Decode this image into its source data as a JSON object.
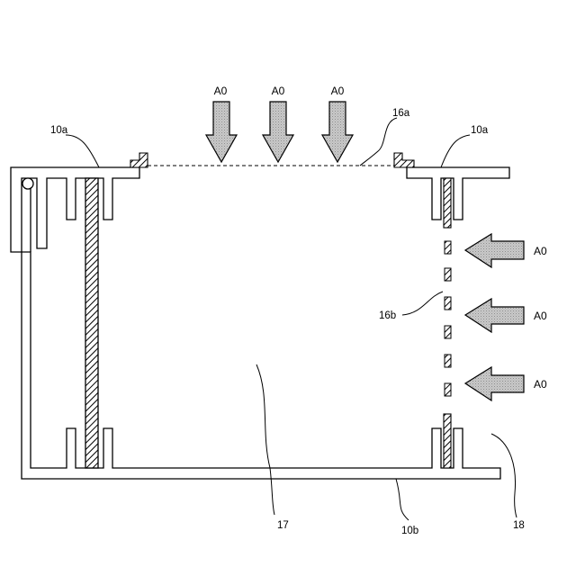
{
  "figure": {
    "title": "図 6"
  },
  "labels": {
    "top_arrow_1": "A0",
    "top_arrow_2": "A0",
    "top_arrow_3": "A0",
    "right_arrow_1": "A0",
    "right_arrow_2": "A0",
    "right_arrow_3": "A0",
    "frame_left": "10a",
    "frame_right": "10a",
    "filter_top": "16a",
    "filter_side": "16b",
    "chamber": "17",
    "base": "10b",
    "opening": "18"
  },
  "colors": {
    "line": "#000000",
    "arrow_fill": "#c4c4c4",
    "hatch": "#000000",
    "background": "#ffffff"
  }
}
